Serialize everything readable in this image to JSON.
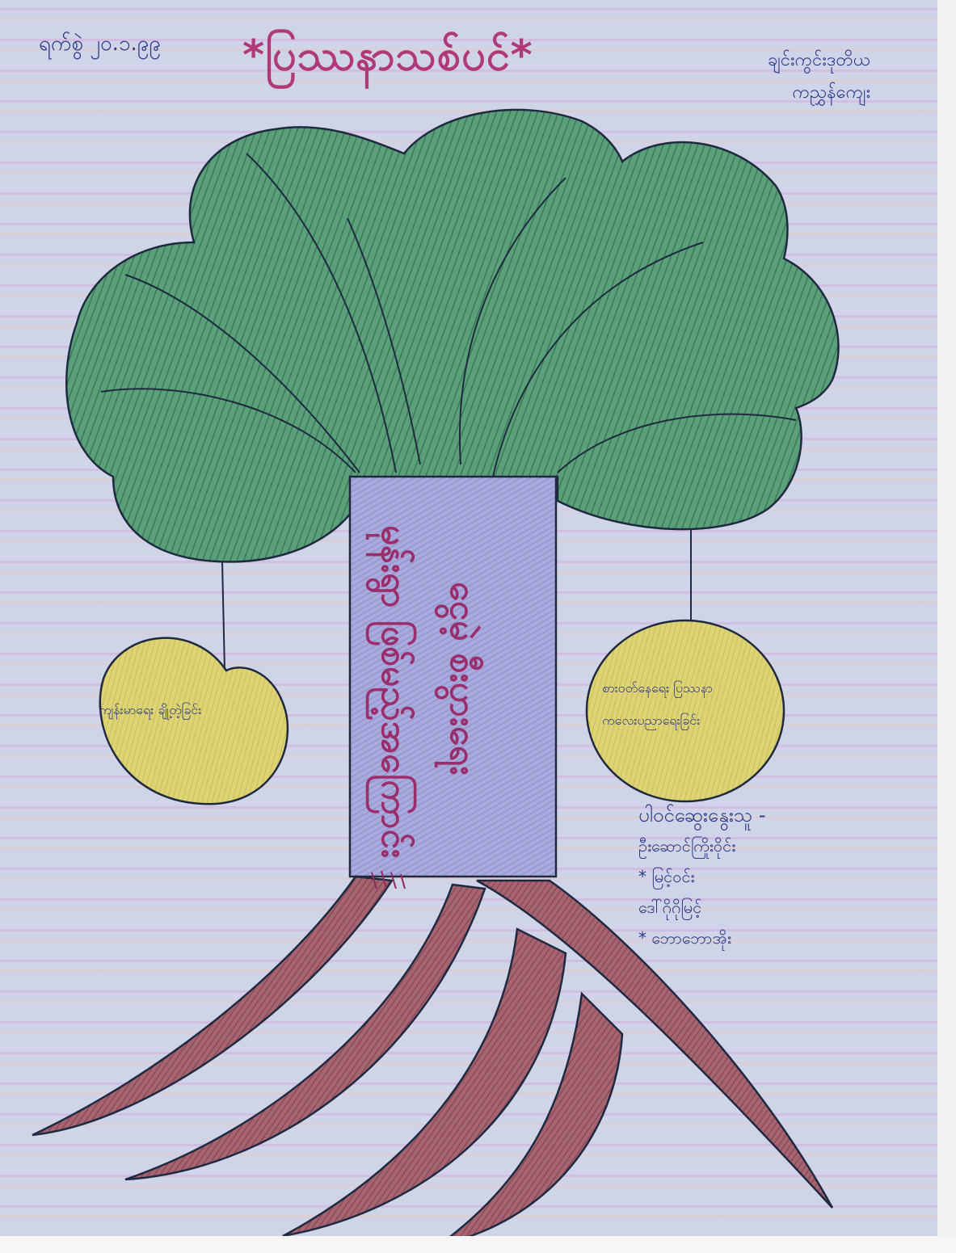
{
  "header": {
    "title": "*ပြဿနာသစ်ပင်*",
    "date": "ရက်စွဲ ၂၀.၁.၉၉",
    "school_line1": "ချင်းကွင်းဒုတိယ",
    "school_line2": "ကညွှန်ကျေး"
  },
  "trunk": {
    "line1": "မုန်းရွာ ဖြစ်မည့်အကြောင်း",
    "line2": "ငွေမဲ့ စီးပွားရေး"
  },
  "fruits": {
    "left": "ကျန်းမာရေး ချို့တဲ့ခြင်း",
    "right_line1": "စားဝတ်နေရေး ပြဿနာ",
    "right_line2": "ကလေးပညာရေးခြင်း"
  },
  "legend": {
    "line1": "ပါဝင်ဆွေးနွေးသူ -",
    "line2": "ဦးဆောင်ကြိုးဝိုင်း",
    "line3": "* မြင့်ဝင်း",
    "line4": "ဒေါ်ဂိုဂိုမြင့်",
    "line5": "* ဘောဘောအိုး"
  },
  "colors": {
    "title": "#b03a78",
    "ink": "#2a3a8a",
    "canopy": "#3f8a5a",
    "trunk": "#9ea0d8",
    "fruit": "#d8cf6a",
    "roots": "#9a5460"
  }
}
